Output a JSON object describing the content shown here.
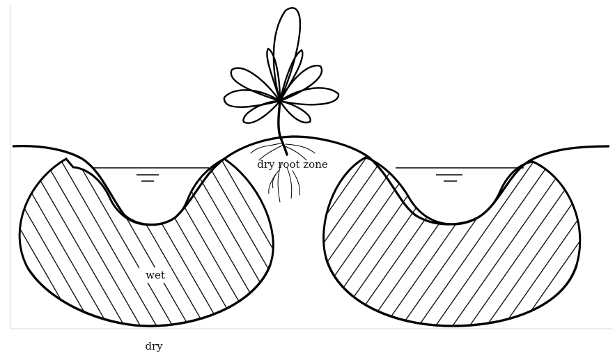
{
  "labels": {
    "root_zone": "dry root zone",
    "wet": "wet",
    "dry": "dry"
  },
  "colors": {
    "stroke": "#000000",
    "background": "#ffffff",
    "frame": "#d9d9d9"
  }
}
